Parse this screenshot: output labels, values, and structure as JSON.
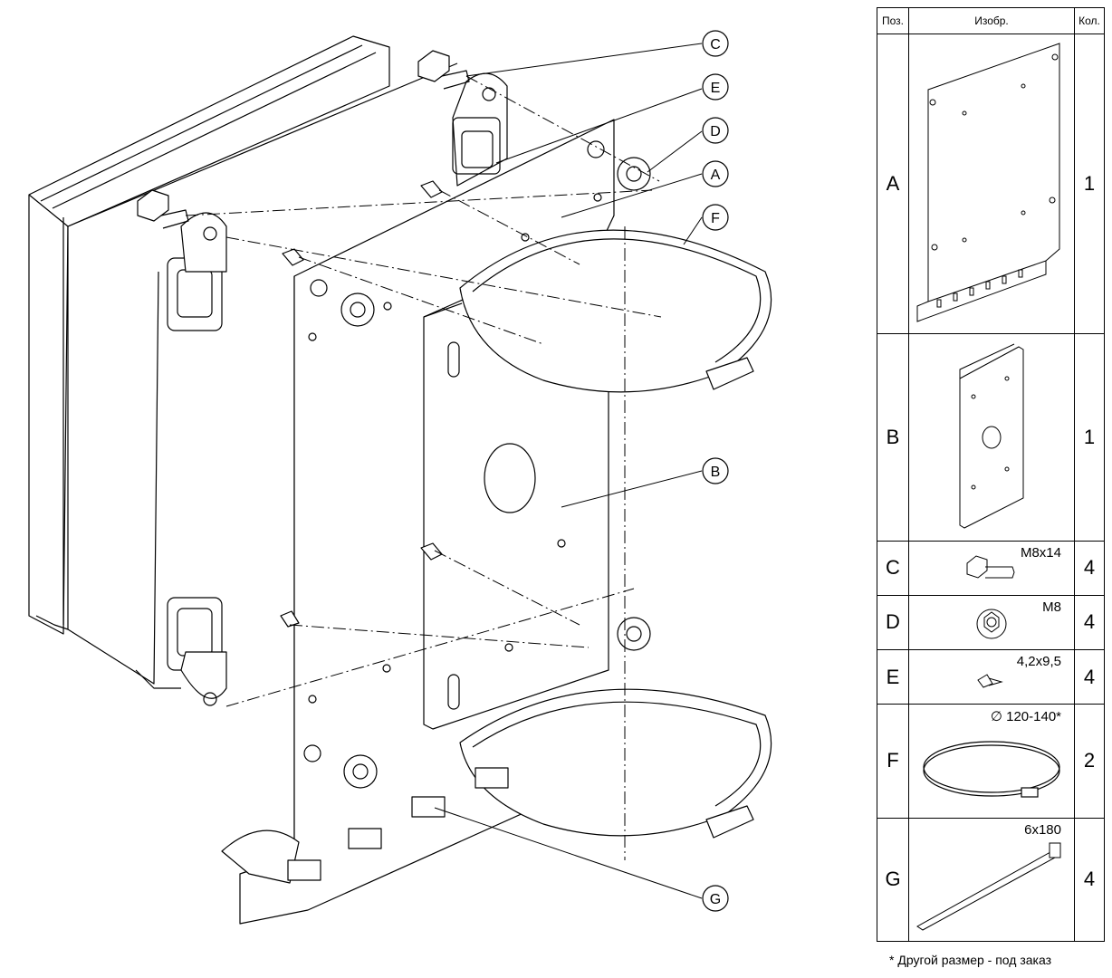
{
  "callouts": [
    "C",
    "E",
    "D",
    "A",
    "F",
    "B",
    "G"
  ],
  "table": {
    "headers": {
      "pos": "Поз.",
      "image": "Изобр.",
      "qty": "Кол."
    },
    "rows": [
      {
        "pos": "A",
        "spec": "",
        "qty": "1",
        "icon": "mounting-plate-icon"
      },
      {
        "pos": "B",
        "spec": "",
        "qty": "1",
        "icon": "pole-bracket-icon"
      },
      {
        "pos": "C",
        "spec": "M8x14",
        "qty": "4",
        "icon": "hex-bolt-icon"
      },
      {
        "pos": "D",
        "spec": "M8",
        "qty": "4",
        "icon": "flange-nut-icon"
      },
      {
        "pos": "E",
        "spec": "4,2x9,5",
        "qty": "4",
        "icon": "self-tapping-screw-icon"
      },
      {
        "pos": "F",
        "spec": "∅ 120-140*",
        "qty": "2",
        "icon": "hose-clamp-icon"
      },
      {
        "pos": "G",
        "spec": "6x180",
        "qty": "4",
        "icon": "cable-tie-icon"
      }
    ]
  },
  "footnote": "* Другой размер - под заказ"
}
